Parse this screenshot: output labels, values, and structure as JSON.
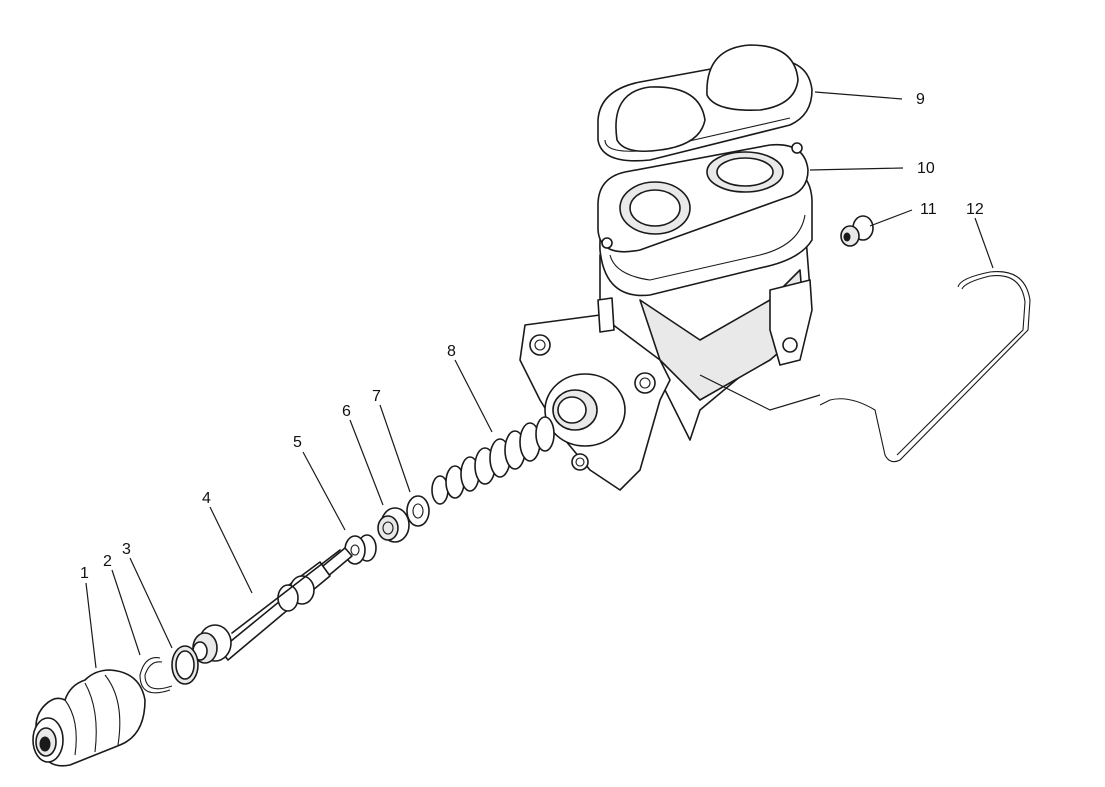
{
  "callouts": [
    {
      "id": "1",
      "label": "1"
    },
    {
      "id": "2",
      "label": "2"
    },
    {
      "id": "3",
      "label": "3"
    },
    {
      "id": "4",
      "label": "4"
    },
    {
      "id": "5",
      "label": "5"
    },
    {
      "id": "6",
      "label": "6"
    },
    {
      "id": "7",
      "label": "7"
    },
    {
      "id": "8",
      "label": "8"
    },
    {
      "id": "9",
      "label": "9"
    },
    {
      "id": "10",
      "label": "10"
    },
    {
      "id": "11",
      "label": "11"
    },
    {
      "id": "12",
      "label": "12"
    }
  ],
  "colors": {
    "line": "#1a1a1a",
    "background": "#ffffff",
    "shade": "#e9e9e9"
  }
}
